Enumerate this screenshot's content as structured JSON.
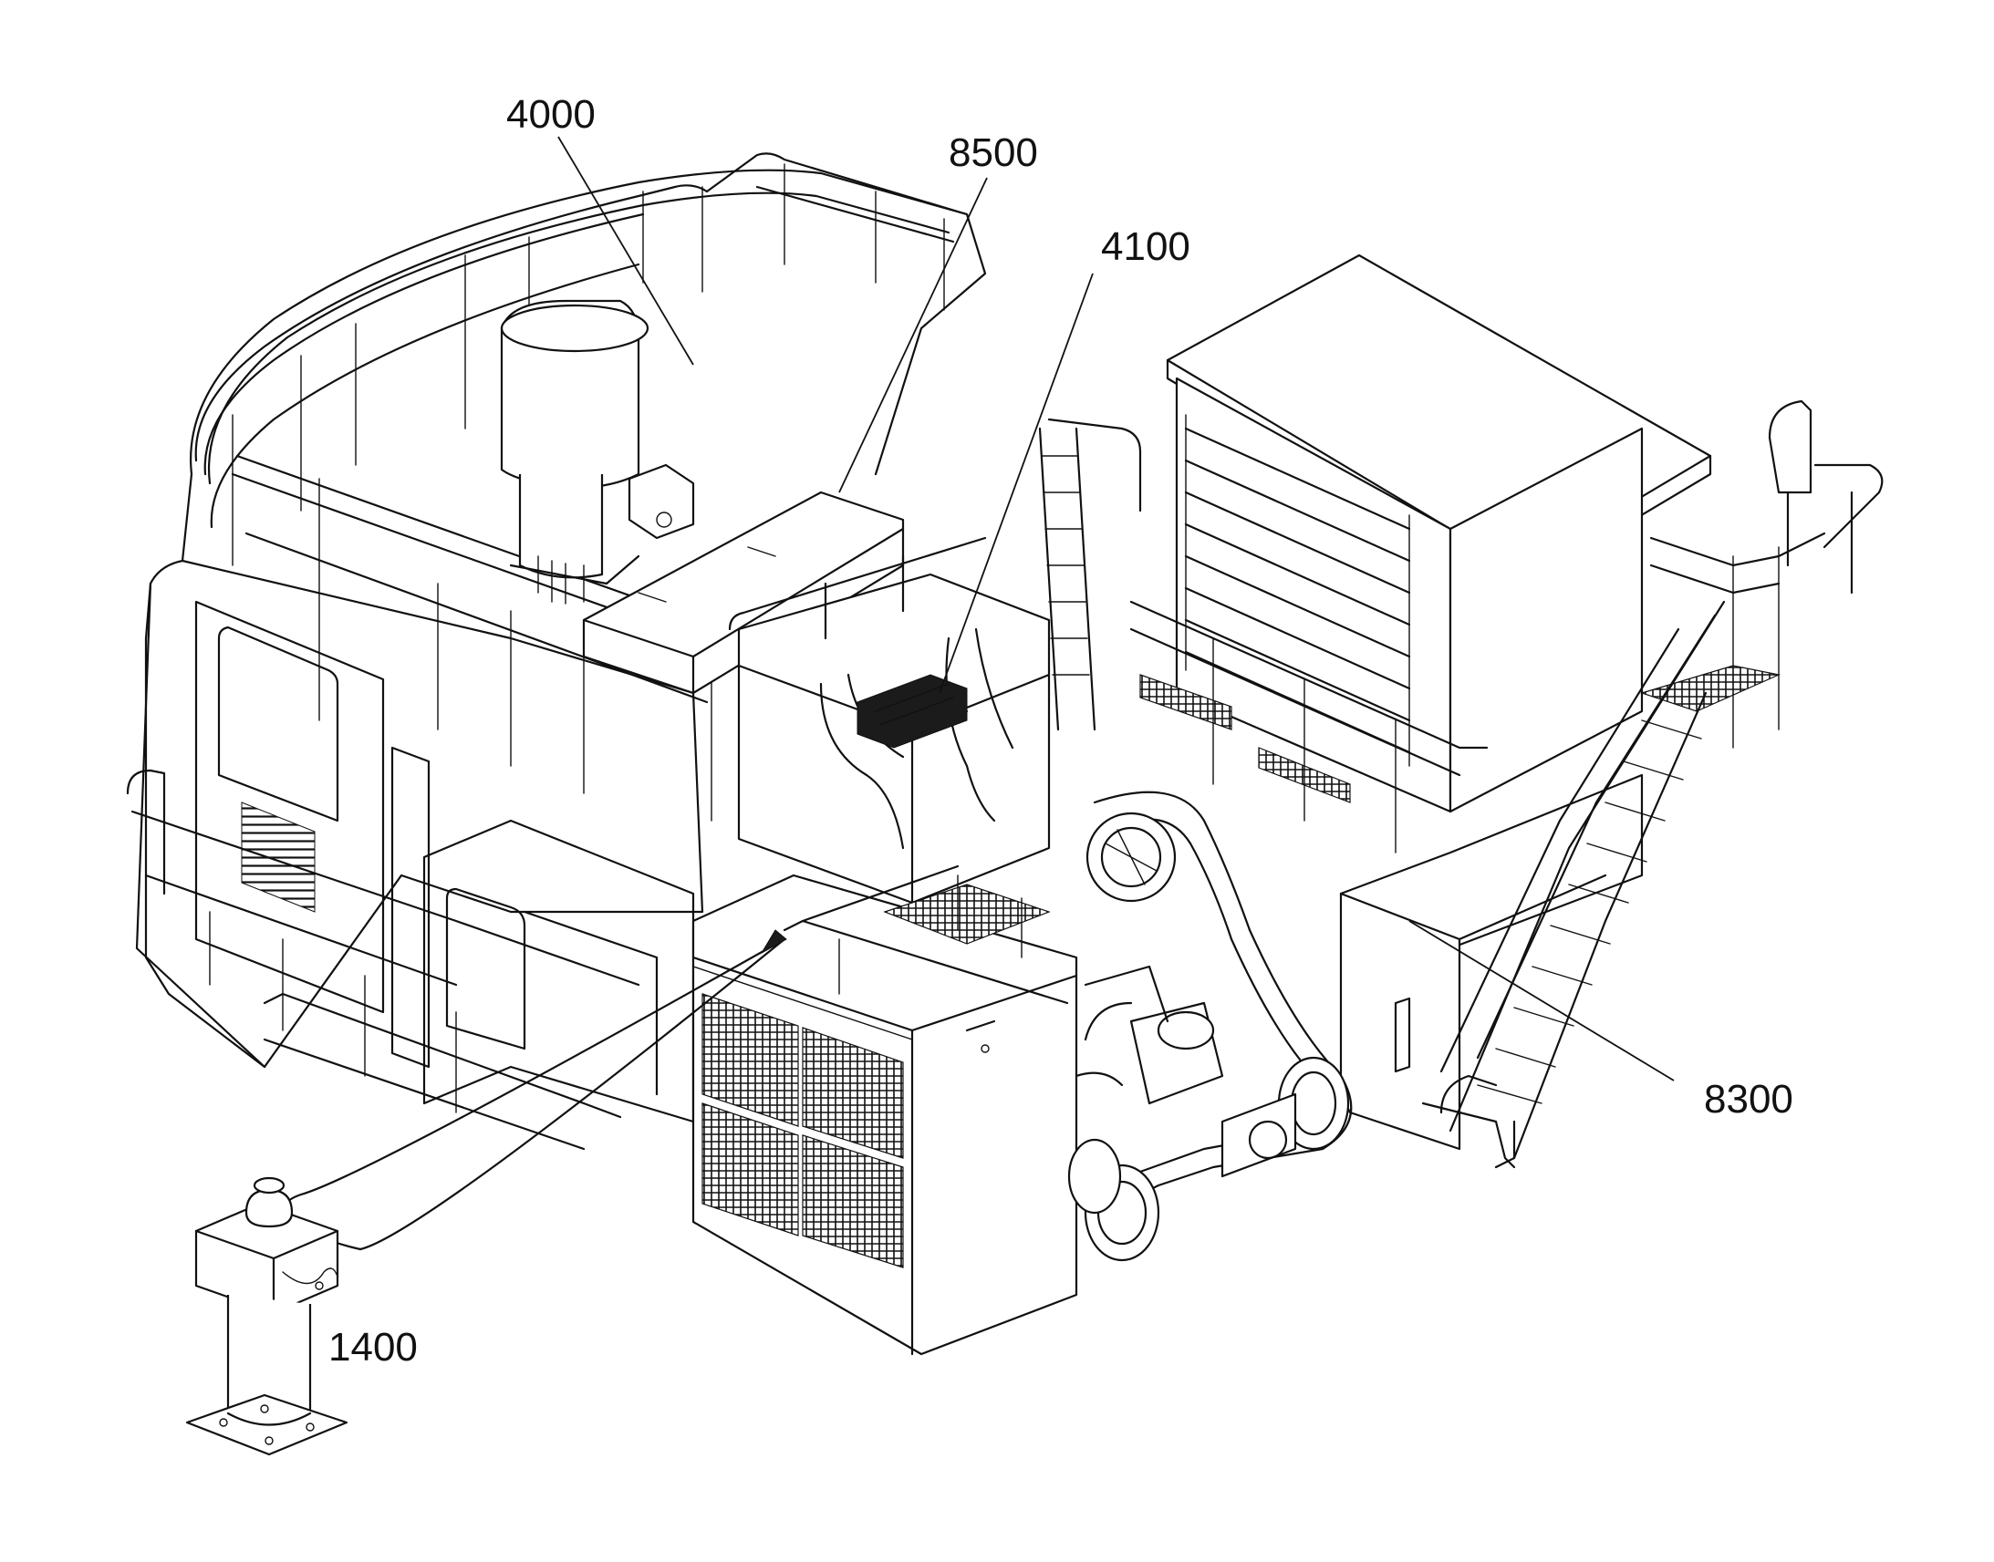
{
  "labels": {
    "l4000": "4000",
    "l8500": "8500",
    "l4100": "4100",
    "l8300": "8300",
    "l1400": "1400"
  }
}
